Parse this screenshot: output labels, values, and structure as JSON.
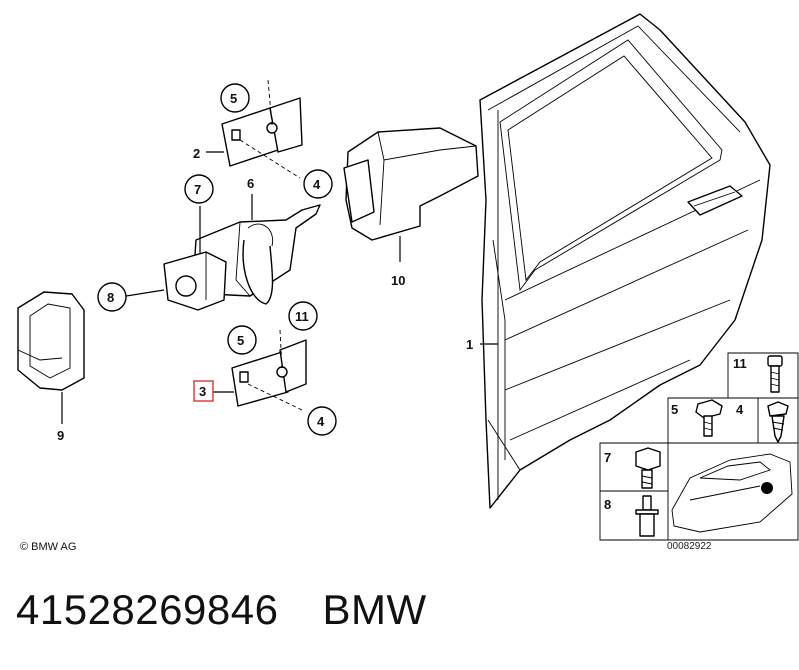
{
  "callouts": {
    "c1": "1",
    "c2": "2",
    "c3": "3",
    "c4a": "4",
    "c4b": "4",
    "c5a": "5",
    "c5b": "5",
    "c6": "6",
    "c7": "7",
    "c8": "8",
    "c9": "9",
    "c10": "10",
    "c11": "11"
  },
  "legend": {
    "l11": "11",
    "l5": "5",
    "l4": "4",
    "l7": "7",
    "l8": "8"
  },
  "copyright": "© BMW AG",
  "drawing_code": "00082922",
  "footer": {
    "part_number": "41528269846",
    "brand": "BMW"
  },
  "colors": {
    "highlight": "#d9343a",
    "ink": "#000000"
  }
}
